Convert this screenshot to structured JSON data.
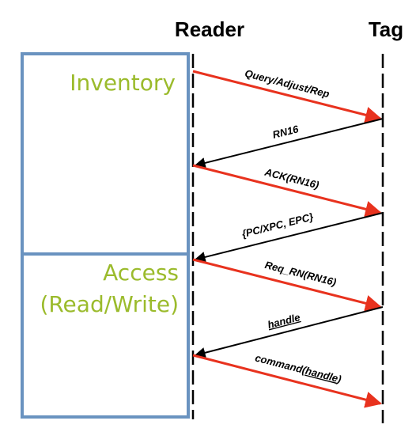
{
  "lifelines": {
    "reader": "Reader",
    "tag": "Tag"
  },
  "phases": {
    "inventory": "Inventory",
    "access_line1": "Access",
    "access_line2": "(Read/Write)"
  },
  "messages": [
    {
      "label": "Query/Adjust/Rep",
      "direction": "reader-to-tag",
      "color": "#e8321e"
    },
    {
      "label": "RN16",
      "direction": "tag-to-reader",
      "color": "#000000"
    },
    {
      "label": "ACK(RN16)",
      "direction": "reader-to-tag",
      "color": "#e8321e"
    },
    {
      "label": "{PC/XPC, EPC}",
      "direction": "tag-to-reader",
      "color": "#000000"
    },
    {
      "label": "Req_RN(RN16)",
      "direction": "reader-to-tag",
      "color": "#e8321e"
    },
    {
      "label": "handle",
      "direction": "tag-to-reader",
      "color": "#000000",
      "underline": true
    },
    {
      "label": "command(handle)",
      "direction": "reader-to-tag",
      "color": "#e8321e",
      "underline_part": "handle"
    }
  ],
  "colors": {
    "phase_box_border": "#6a93c0",
    "phase_text": "#9bbb2c",
    "reader_to_tag": "#e8321e",
    "tag_to_reader": "#000000"
  }
}
